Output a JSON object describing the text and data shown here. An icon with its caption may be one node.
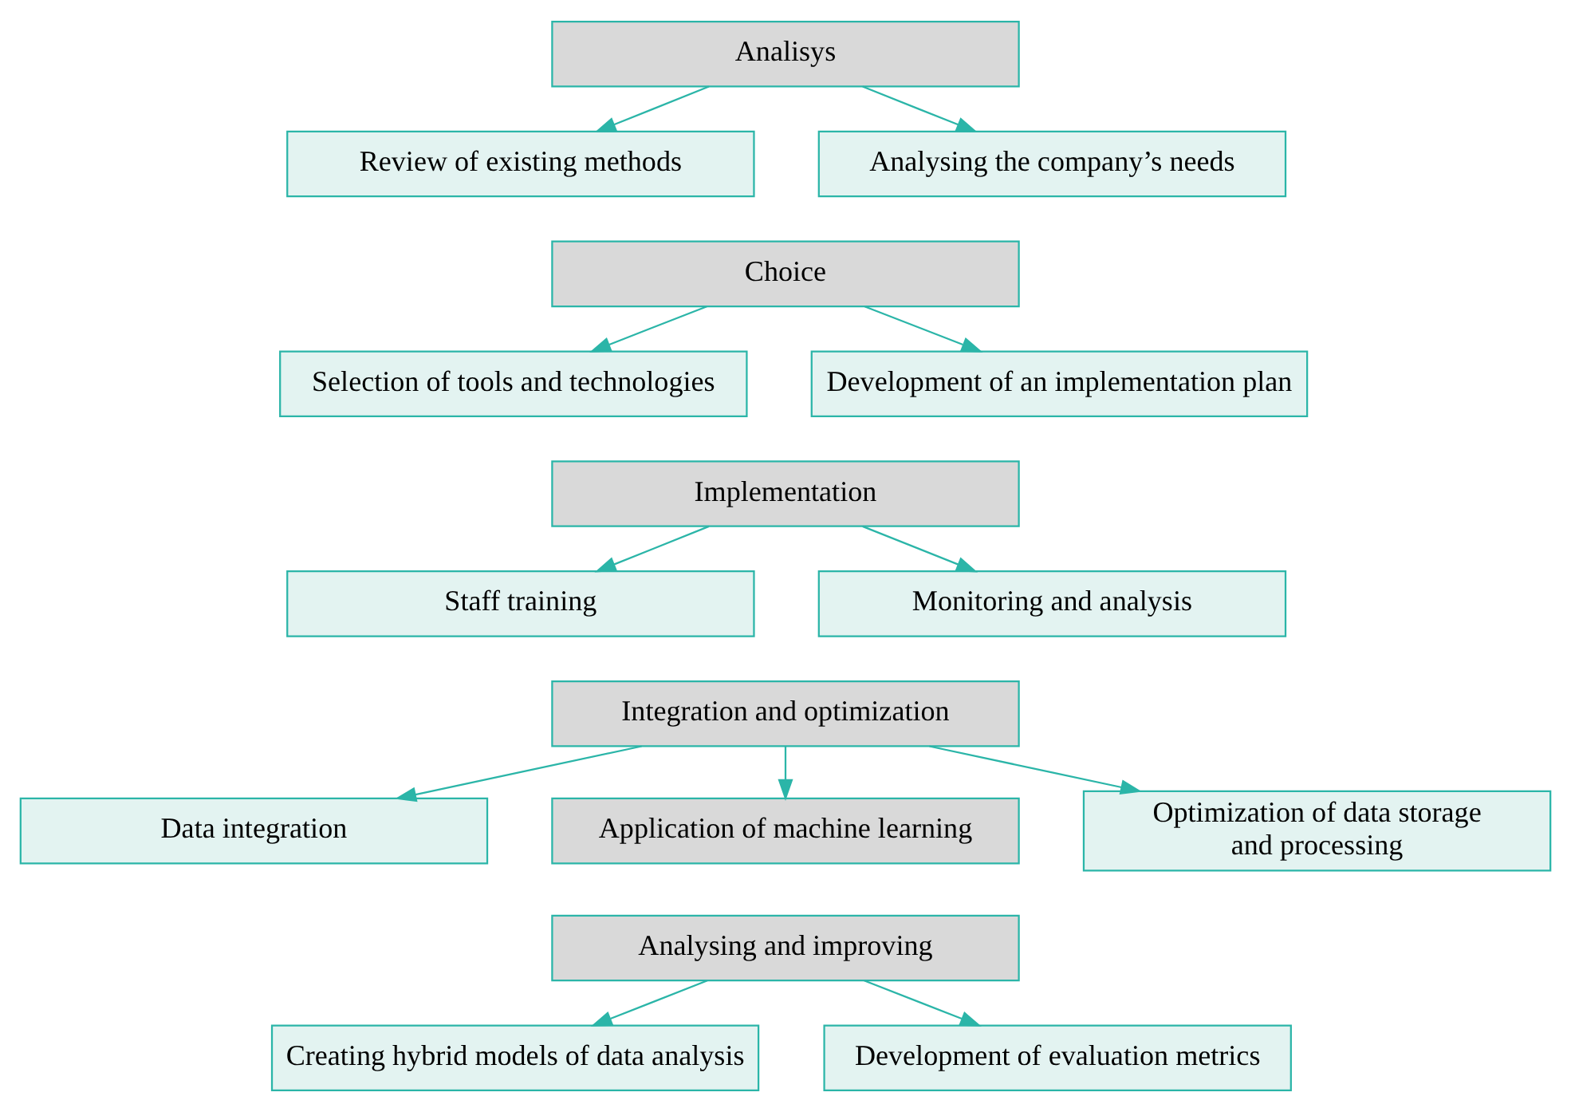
{
  "diagram": {
    "nodes": [
      {
        "text": [
          "Analisys"
        ]
      },
      {
        "text": [
          "Review of existing methods"
        ]
      },
      {
        "text": [
          "Analysing the company’s needs"
        ]
      },
      {
        "text": [
          "Choice"
        ]
      },
      {
        "text": [
          "Selection of tools and technologies"
        ]
      },
      {
        "text": [
          "Development of an implementation plan"
        ]
      },
      {
        "text": [
          "Implementation"
        ]
      },
      {
        "text": [
          "Staff training"
        ]
      },
      {
        "text": [
          "Monitoring and analysis"
        ]
      },
      {
        "text": [
          "Integration and optimization"
        ]
      },
      {
        "text": [
          "Data integration"
        ]
      },
      {
        "text": [
          "Application of machine learning"
        ]
      },
      {
        "text": [
          "Optimization of data storage and processing"
        ]
      },
      {
        "text": [
          "Analysing and improving"
        ]
      },
      {
        "text": [
          "Creating hybrid models of data analysis"
        ]
      },
      {
        "text": [
          "Development of evaluation metrics"
        ]
      }
    ],
    "edges": [
      {
        "from": 0,
        "to": 1,
        "arrow": "to"
      },
      {
        "from": 0,
        "to": 2,
        "arrow": "to"
      },
      {
        "from": 3,
        "to": 4,
        "arrow": "to"
      },
      {
        "from": 3,
        "to": 5,
        "arrow": "to"
      },
      {
        "from": 6,
        "to": 7,
        "arrow": "to"
      },
      {
        "from": 6,
        "to": 8,
        "arrow": "to"
      },
      {
        "from": 9,
        "to": 10,
        "arrow": "to"
      },
      {
        "from": 9,
        "to": 11,
        "arrow": "to"
      },
      {
        "from": 9,
        "to": 12,
        "arrow": "to"
      },
      {
        "from": 13,
        "to": 14,
        "arrow": "to"
      },
      {
        "from": 13,
        "to": 15,
        "arrow": "to"
      }
    ]
  }
}
